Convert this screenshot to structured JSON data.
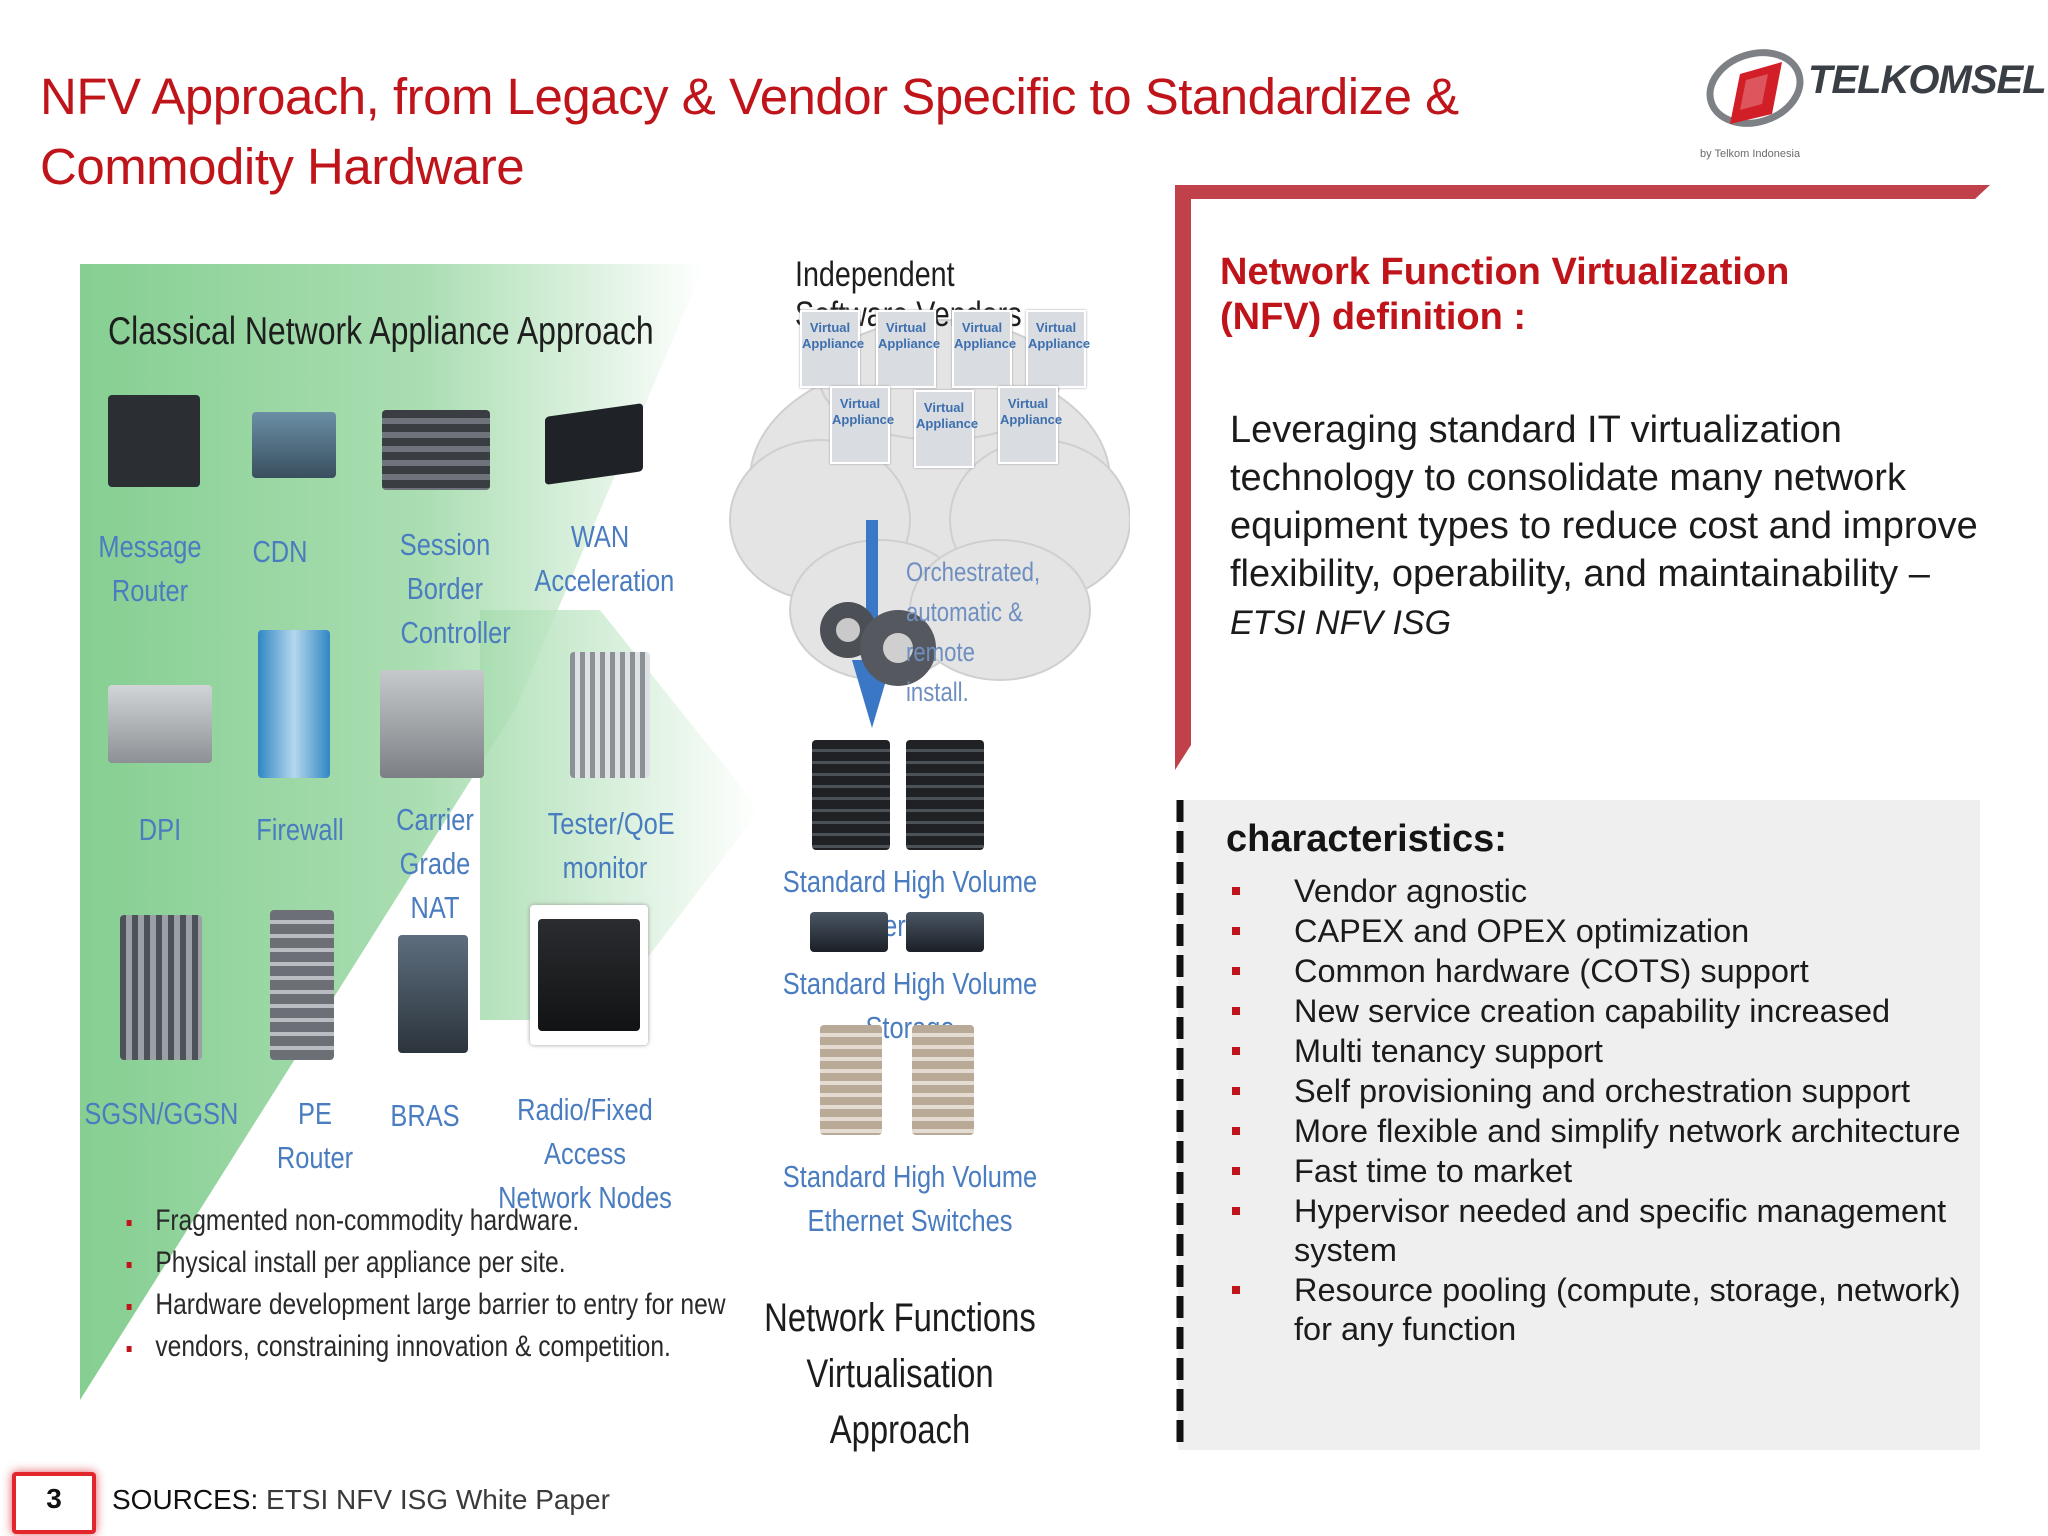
{
  "title": {
    "line1": "NFV Approach, from Legacy  & Vendor Specific to Standardize &",
    "line2": "Commodity Hardware"
  },
  "logo": {
    "name": "TELKOMSEL",
    "sub": "by Telkom Indonesia"
  },
  "figure": {
    "classical_heading": "Classical Network Appliance Approach",
    "appliances": [
      [
        "Message",
        "Router"
      ],
      [
        "CDN"
      ],
      [
        "Session Border",
        "Controller"
      ],
      [
        "WAN",
        "Acceleration"
      ],
      [
        "DPI"
      ],
      [
        "Firewall"
      ],
      [
        "Carrier",
        "Grade NAT"
      ],
      [
        "Tester/QoE",
        "monitor"
      ],
      [
        "SGSN/GGSN"
      ],
      [
        "PE Router"
      ],
      [
        "BRAS"
      ],
      [
        "Radio/Fixed Access",
        "Network Nodes"
      ]
    ],
    "isv_heading": "Independent Software Vendors",
    "virtual_appliance": [
      "Virtual",
      "Appliance"
    ],
    "orchestration": [
      "Orchestrated,",
      "automatic &",
      "remote install."
    ],
    "servers_label": "Standard High Volume Servers",
    "storage_label": "Standard High Volume Storage",
    "switches_label": [
      "Standard High Volume",
      "Ethernet Switches"
    ],
    "nfv_heading": [
      "Network Functions Virtualisation",
      "Approach"
    ],
    "bullets": [
      "Fragmented non-commodity hardware.",
      "Physical install per appliance per site.",
      "Hardware development large barrier to entry for new",
      "vendors, constraining innovation & competition."
    ]
  },
  "definition": {
    "title_line1": "Network Function Virtualization",
    "title_line2": "(NFV) definition :",
    "text": "Leveraging standard IT virtualization technology to consolidate many network equipment types to reduce cost and improve flexibility, operability, and maintainability – ",
    "source": "ETSI NFV ISG"
  },
  "characteristics": {
    "title": "characteristics:",
    "items": [
      "Vendor agnostic",
      "CAPEX and OPEX optimization",
      "Common hardware (COTS) support",
      "New service creation capability increased",
      "Multi tenancy support",
      "Self provisioning and orchestration support",
      "More flexible and simplify network architecture",
      "Fast time to market",
      "Hypervisor needed and specific management system",
      "Resource pooling (compute, storage, network) for any function"
    ]
  },
  "footer": {
    "page_number": "3",
    "sources_label": "SOURCES:",
    "sources_text": " ETSI NFV ISG White Paper"
  },
  "colors": {
    "brand_red": "#c0141b",
    "figure_green": "#8fd39a",
    "label_blue": "#4a7cc0"
  }
}
